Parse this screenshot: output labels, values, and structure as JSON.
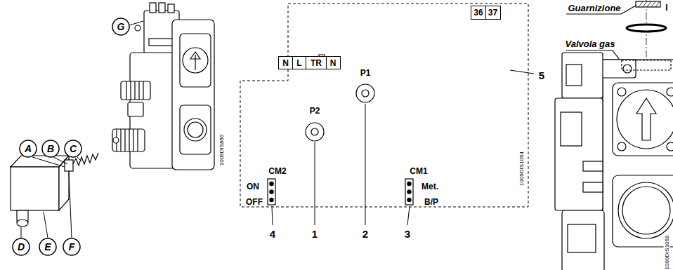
{
  "diagram": {
    "nodes": [
      {
        "text": [
          "G"
        ]
      },
      {
        "text": [
          "A"
        ]
      },
      {
        "text": [
          "B"
        ]
      },
      {
        "text": [
          "C"
        ]
      },
      {
        "text": [
          "D"
        ]
      },
      {
        "text": [
          "E"
        ]
      },
      {
        "text": [
          "F"
        ]
      },
      {
        "text": [
          "1009DIS1064"
        ]
      },
      {
        "text": [
          "36"
        ],
        "in": 7
      },
      {
        "text": [
          "37"
        ],
        "in": 7
      },
      {
        "text": [
          "N"
        ],
        "in": 7
      },
      {
        "text": [
          "L"
        ],
        "in": 7
      },
      {
        "text": [
          "TR"
        ],
        "in": 7
      },
      {
        "text": [
          "N"
        ],
        "in": 7
      }
    ],
    "labels": [
      "P2",
      "P1",
      "CM2",
      "ON",
      "OFF",
      "CM1",
      "Met.",
      "B/P",
      "4",
      "1",
      "2",
      "3",
      "5",
      "1009DIS866",
      "Guarnizione",
      "Valvola gas",
      "I",
      "1009DIS1058"
    ]
  }
}
